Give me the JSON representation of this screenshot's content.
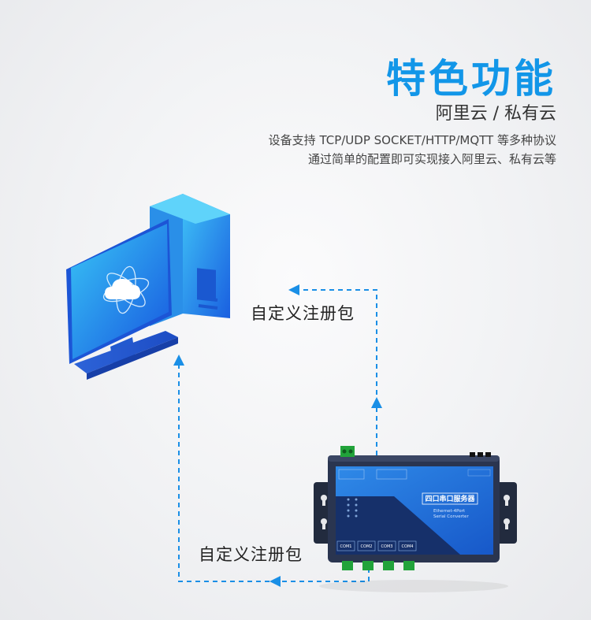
{
  "header": {
    "title": "特色功能",
    "subtitle": "阿里云 / 私有云",
    "desc_line1": "设备支持 TCP/UDP SOCKET/HTTP/MQTT 等多种协议",
    "desc_line2": "通过简单的配置即可实现接入阿里云、私有云等"
  },
  "flow": {
    "label_top": "自定义注册包",
    "label_bottom": "自定义注册包"
  },
  "device": {
    "name_cn": "四口串口服务器",
    "name_en1": "Ethernet-4Port",
    "name_en2": "Serial Converter",
    "ports": [
      "COM1",
      "COM2",
      "COM3",
      "COM4"
    ]
  },
  "colors": {
    "accent": "#1296e8",
    "arrow": "#1a8fe6",
    "device_body": "#2a3550",
    "device_panel": "#1f6fd0"
  },
  "icons": {
    "computer": "desktop-computer-cloud-icon",
    "server": "serial-server-device"
  }
}
